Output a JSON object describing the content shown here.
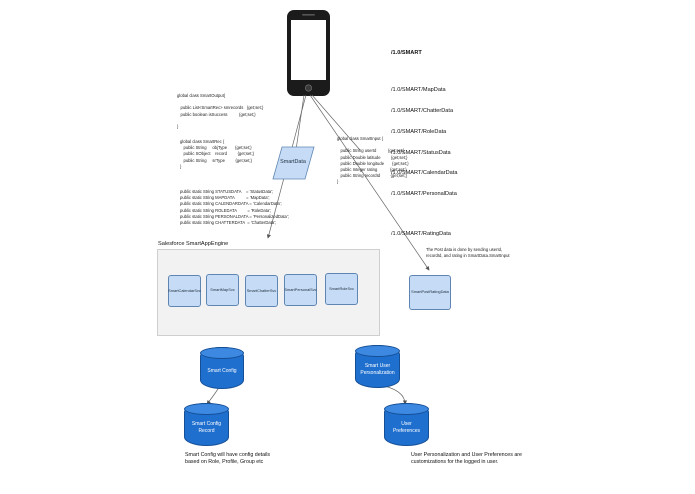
{
  "routes": {
    "header": "/1.0/SMART",
    "items": [
      "/1.0/SMART/MapData",
      "/1.0/SMART/ChatterData",
      "/1.0/SMART/RoleData",
      "/1.0/SMART/StatusData",
      "/1.0/SMART/CalendarData",
      "/1.0/SMART/PersonalData"
    ],
    "rating": "/1.0/SMART/RatingData"
  },
  "smart_output_code": "global class SmartOutput{\n\n   public List<SmartRec> smrecords   {get;set;}\n   public boolean isSuccess          {get;set;}\n\n}",
  "smart_rec_code": "global class SmartRec {\n   public String     objType       {get;set;}\n   public SObject    record         {get;set;}\n   public String     srType         {get;set;}\n}",
  "constants_code": "public static String STATUSDATA    = 'StatusData';\npublic static String MAPDATA          = 'MapData';\npublic static String CALENDARDATA = 'CalendarData';\npublic static String ROLEDATA         = 'RoleData';\npublic static String PERSONALDATA = 'PersonalizedData';\npublic static String CHATTERDATA  = 'ChatterData';",
  "smart_input_code": "global class SmartInput {\n\n   public String userId          {get;set;}\n   public Double latitude         {get;set;}\n   public Double longitude       {get;set;}\n   public Integer rating           {get;set;}\n   public String recordId         {get;set;}\n}",
  "smart_data_label": "SmartData",
  "engine_title": "Salesforce SmartAppEngine",
  "services": [
    "SmartCalendarSvc",
    "SmartMapSvc",
    "SmartChatterSvc",
    "SmartPersonalSvc",
    "SmartRoleSvc"
  ],
  "post_rating_svc": "SmartPostRatingData",
  "post_note": "The Post data is done by sending userId,\nrecordId, and rating in SmartData.SmartInput",
  "db": {
    "smart_config": "Smart Config",
    "smart_config_record": "Smart Config\nRecord",
    "smart_user_personalization": "Smart User\nPersonalization",
    "user_preferences": "User\nPreferences"
  },
  "notes": {
    "config": "Smart Config will have config details\nbased on Role, Profile, Group etc",
    "personalization": "User Personalization and User Preferences are\ncustomizations for the logged in user."
  },
  "colors": {
    "db_fill": "#1f6fcf",
    "service_fill": "#c6dcf6",
    "engine_fill": "#f2f2f2"
  }
}
